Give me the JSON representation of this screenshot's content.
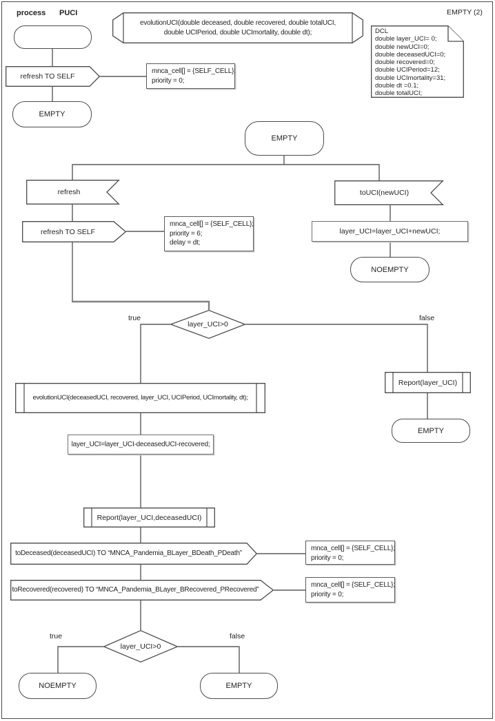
{
  "page": {
    "process_label": "process",
    "process_name": "PUCI",
    "instance_label": "EMPTY (2)"
  },
  "declaration": {
    "procedure_line1": "evolutionUCI(double deceased, double recovered, double totalUCI,",
    "procedure_line2": "double UCIPeriod, double UCImortality, double dt);",
    "dcl_lines": [
      "DCL",
      "double layer_UCI= 0;",
      "double newUCI=0;",
      "double deceasedUCI=0;",
      "double recovered=0;",
      "double UCIPeriod=12;",
      "double UCImortality=31;",
      "double dt =0.1;",
      "double totalUCI;"
    ]
  },
  "init": {
    "output_refresh": "refresh TO SELF",
    "comment": [
      "mnca_cell[] = {SELF_CELL};",
      "priority = 0;"
    ],
    "state_empty": "EMPTY"
  },
  "flow": {
    "state_empty": "EMPTY",
    "input_refresh": "refresh",
    "output_refresh_self": "refresh TO SELF",
    "refresh_comment": [
      "mnca_cell[] = {SELF_CELL};",
      "priority = 6;",
      "delay = dt;"
    ],
    "input_touci": "toUCI(newUCI)",
    "task_add": "layer_UCI=layer_UCI+newUCI;",
    "state_noempty": "NOEMPTY",
    "decision_uci": "layer_UCI>0",
    "label_true": "true",
    "label_false": "false",
    "proc_report_false": "Report(layer_UCI)",
    "state_empty_false": "EMPTY",
    "proc_evolution": "evolutionUCI(deceasedUCI, recovered, layer_UCI, UCIPeriod, UCImortality, dt);",
    "task_subtract": "layer_UCI=layer_UCI-deceasedUCI-recovered;",
    "proc_report": "Report(layer_UCI,deceasedUCI)",
    "output_todeceased": "toDeceased(deceasedUCI) TO “MNCA_Pandemia_BLayer_BDeath_PDeath”",
    "todeceased_comment": [
      "mnca_cell[] = {SELF_CELL};",
      "priority = 0;"
    ],
    "output_torecovered": "toRecovered(recovered) TO “MNCA_Pandemia_BLayer_BRecovered_PRecovered”",
    "torecovered_comment": [
      "mnca_cell[] = {SELF_CELL};",
      "priority = 0;"
    ],
    "decision_final": "layer_UCI>0",
    "label_true2": "true",
    "label_false2": "false",
    "state_noempty_final": "NOEMPTY",
    "state_empty_final": "EMPTY"
  }
}
